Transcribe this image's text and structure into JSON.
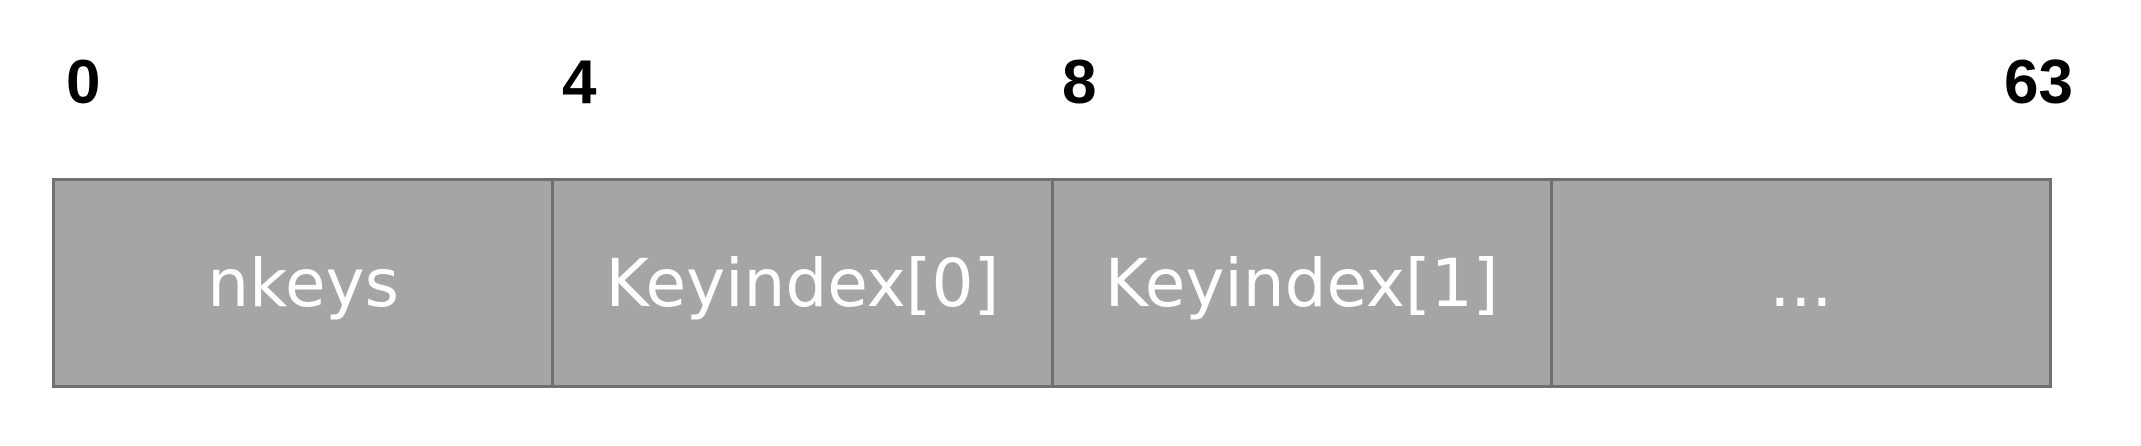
{
  "offsets": [
    "0",
    "4",
    "8",
    "63"
  ],
  "cells": [
    "nkeys",
    "Keyindex[0]",
    "Keyindex[1]",
    "..."
  ],
  "colors": {
    "cell_fill": "#a5a5a5",
    "cell_border": "#707070",
    "cell_text": "#ffffff",
    "offset_text": "#000000"
  }
}
